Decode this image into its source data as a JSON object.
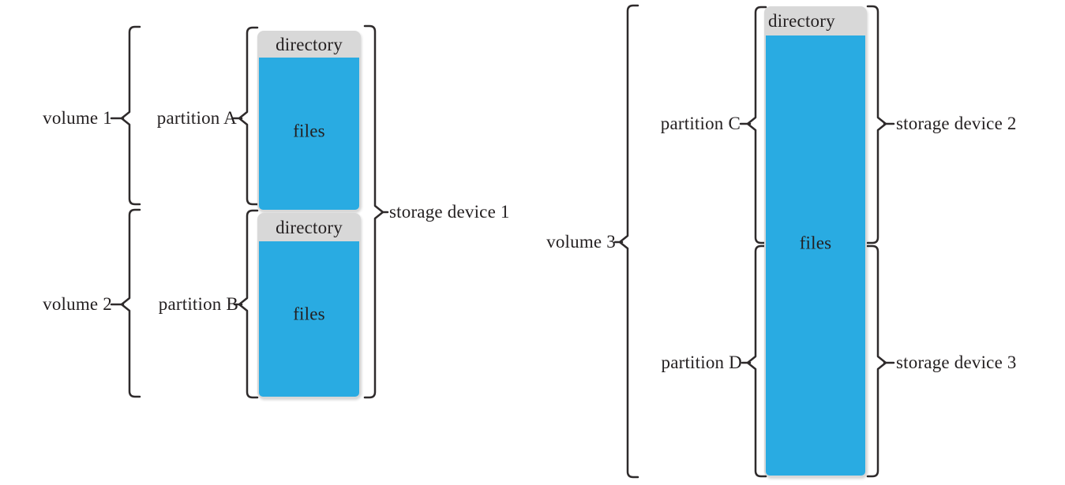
{
  "figure": {
    "left_group": {
      "volumes": [
        {
          "label": "volume 1"
        },
        {
          "label": "volume 2"
        }
      ],
      "partitions": [
        {
          "label": "partition A"
        },
        {
          "label": "partition B"
        }
      ],
      "devices": [
        {
          "label": "storage device 1"
        }
      ],
      "boxes": [
        {
          "directory_label": "directory",
          "files_label": "files"
        },
        {
          "directory_label": "directory",
          "files_label": "files"
        }
      ]
    },
    "right_group": {
      "volumes": [
        {
          "label": "volume 3"
        }
      ],
      "partitions": [
        {
          "label": "partition C"
        },
        {
          "label": "partition D"
        }
      ],
      "devices": [
        {
          "label": "storage device 2"
        },
        {
          "label": "storage device 3"
        }
      ],
      "boxes": [
        {
          "directory_label": "directory",
          "files_label": "files"
        }
      ]
    },
    "colors": {
      "files_fill": "#29abe2",
      "directory_fill": "#d8d8d8",
      "line": "#2e2a2b",
      "text": "#231f20"
    }
  }
}
